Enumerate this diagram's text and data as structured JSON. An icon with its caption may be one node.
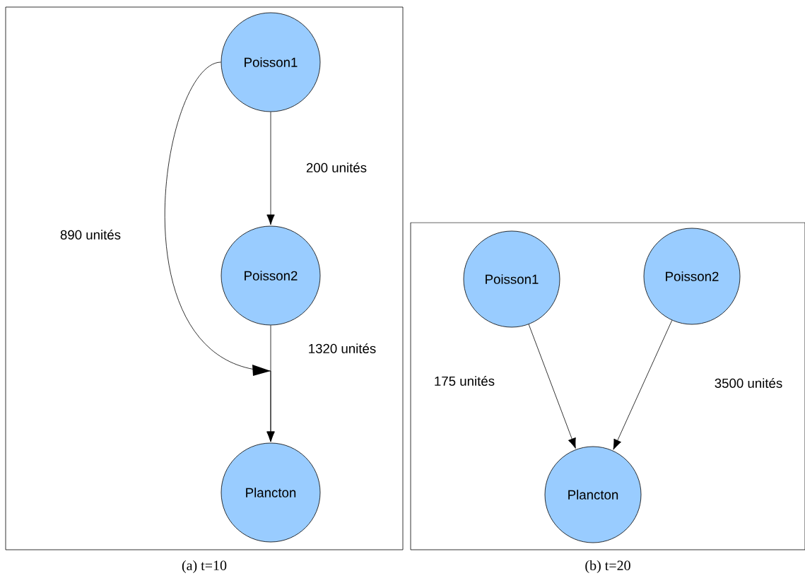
{
  "diagram": {
    "nodes": [
      {
        "text": [
          "(a) t=10"
        ]
      },
      {
        "text": [
          "Poisson1"
        ],
        "in": 0
      },
      {
        "text": [
          "Poisson2"
        ],
        "in": 0
      },
      {
        "text": [
          "Plancton"
        ],
        "in": 0
      },
      {
        "text": [
          "(b) t=20"
        ]
      },
      {
        "text": [
          "Poisson1"
        ],
        "in": 4
      },
      {
        "text": [
          "Poisson2"
        ],
        "in": 4
      },
      {
        "text": [
          "Plancton"
        ],
        "in": 4
      }
    ],
    "edges": [
      {
        "from": 1,
        "to": 2,
        "arrow": "to",
        "label": "200 unités"
      },
      {
        "from": 2,
        "to": 3,
        "arrow": "to",
        "label": "1320 unités"
      },
      {
        "from": 1,
        "to": 3,
        "arrow": "to",
        "label": "890 unités"
      },
      {
        "from": 5,
        "to": 7,
        "arrow": "to",
        "label": "175 unités"
      },
      {
        "from": 6,
        "to": 7,
        "arrow": "to",
        "label": "3500 unités"
      }
    ]
  }
}
